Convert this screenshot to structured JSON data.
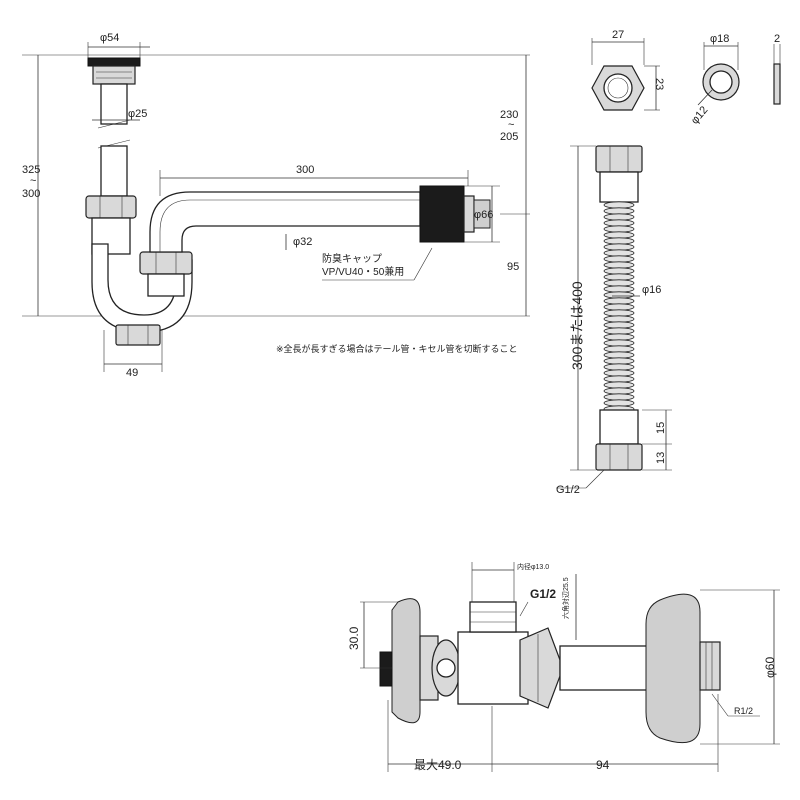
{
  "trap_drawing": {
    "dim_top_dia": "φ54",
    "dim_pipe_dia": "φ25",
    "dim_height_a": "325",
    "dim_height_tilde": "~",
    "dim_height_b": "300",
    "dim_length": "300",
    "dim_arm_dia": "φ32",
    "dim_end_dia": "φ66",
    "dim_right_a": "230",
    "dim_right_tilde": "~",
    "dim_right_b": "205",
    "dim_right_low": "95",
    "cap_label_1": "防臭キャップ",
    "cap_label_2": "VP/VU40・50兼用",
    "dim_bottom": "49",
    "note": "※全長が長すぎる場合はテール管・キセル管を切断すること"
  },
  "nut_drawing": {
    "dim_width": "27",
    "dim_height": "23",
    "dim_washer_outer": "φ18",
    "dim_washer_inner": "φ12",
    "dim_washer_thick": "2"
  },
  "hose_drawing": {
    "dim_length": "300または400",
    "dim_dia": "φ16",
    "dim_nut_a": "15",
    "dim_nut_b": "13",
    "thread_label": "G1/2"
  },
  "valve_drawing": {
    "dim_inner_dia": "内径φ13.0",
    "thread_top": "G1/2",
    "dim_hex": "六角対辺25.5",
    "dim_height": "30.0",
    "dim_flange_dia": "φ60",
    "thread_right": "R1/2",
    "dim_max": "最大49.0",
    "dim_length": "94"
  }
}
